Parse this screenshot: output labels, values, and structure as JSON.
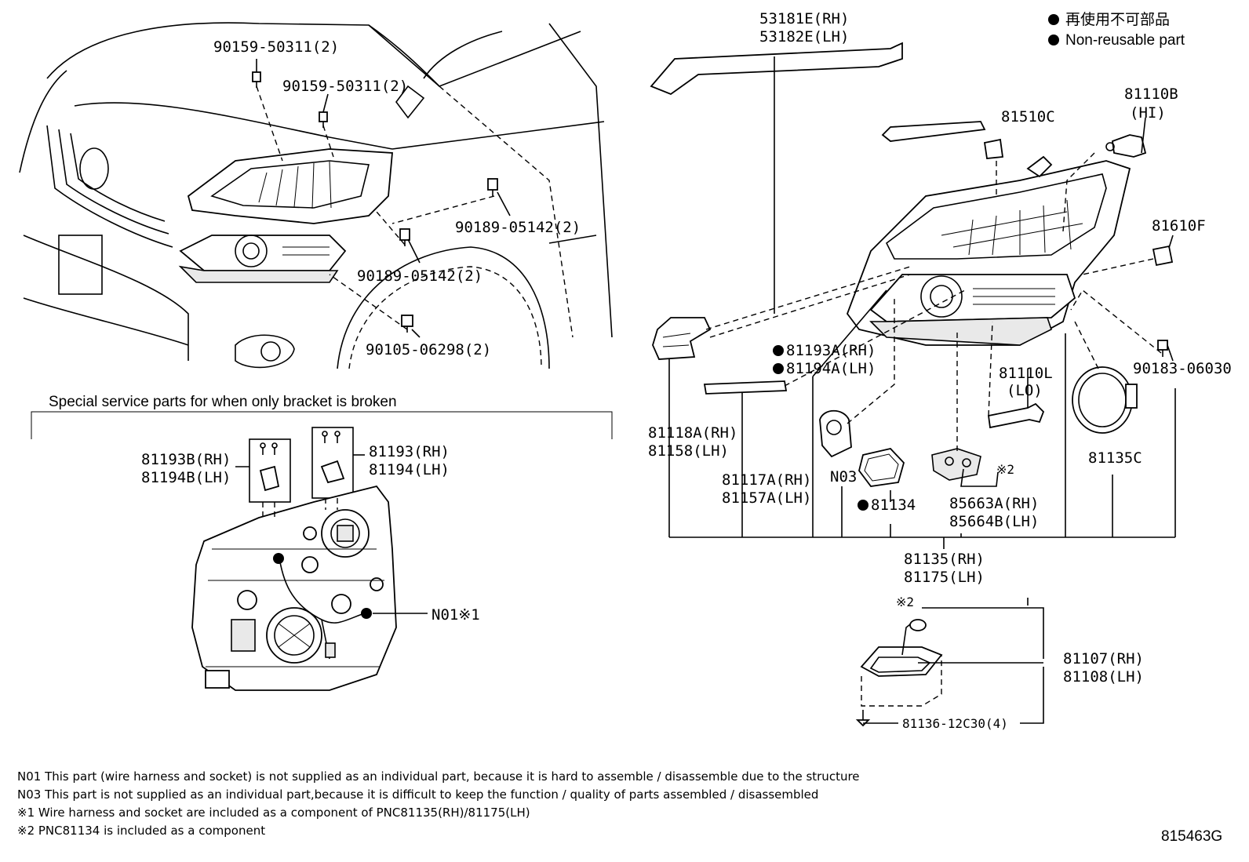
{
  "legend": {
    "jp": "再使用不可部品",
    "en": "Non-reusable part"
  },
  "callouts": {
    "c53181e": "53181E(RH)",
    "c53182e": "53182E(LH)",
    "c81510c": "81510C",
    "c81110b": "81110B",
    "c81110b_hi": "(HI)",
    "c81610f": "81610F",
    "c90183": "90183-06030",
    "c81110l": "81110L",
    "c81110l_lo": "(LO)",
    "c81135c": "81135C",
    "c81193a": "81193A(RH)",
    "c81194a": "81194A(LH)",
    "c81118a": "81118A(RH)",
    "c81158": "81158(LH)",
    "c81117a": "81117A(RH)",
    "c81157a": "81157A(LH)",
    "n03": "N03",
    "c81134": "81134",
    "ref2a": "※2",
    "c85663a": "85663A(RH)",
    "c85664b": "85664B(LH)",
    "c81135": "81135(RH)",
    "c81175": "81175(LH)",
    "ref2b": "※2",
    "c81107": "81107(RH)",
    "c81108": "81108(LH)",
    "c81136": "81136-12C30(4)",
    "c90159a": "90159-50311(2)",
    "c90159b": "90159-50311(2)",
    "c90189a": "90189-05142(2)",
    "c90189b": "90189-05142(2)",
    "c90105": "90105-06298(2)",
    "c81193b": "81193B(RH)",
    "c81194b": "81194B(LH)",
    "c81193": "81193(RH)",
    "c81194": "81194(LH)",
    "n01": "N01※1"
  },
  "special_section_title": "Special service parts for when only bracket is broken",
  "notes": [
    "N01 This part (wire harness and socket) is not supplied as an individual part, because it is hard to assemble / disassemble due to the structure",
    "N03 This part is not supplied as an individual part,because it is difficult to keep the function / quality of parts assembled / disassembled",
    "※1 Wire harness and socket are included as a component of PNC81135(RH)/81175(LH)",
    "※2 PNC81134 is included as a component"
  ],
  "figure_id": "815463G",
  "colors": {
    "ink": "#000000",
    "paper": "#ffffff"
  }
}
